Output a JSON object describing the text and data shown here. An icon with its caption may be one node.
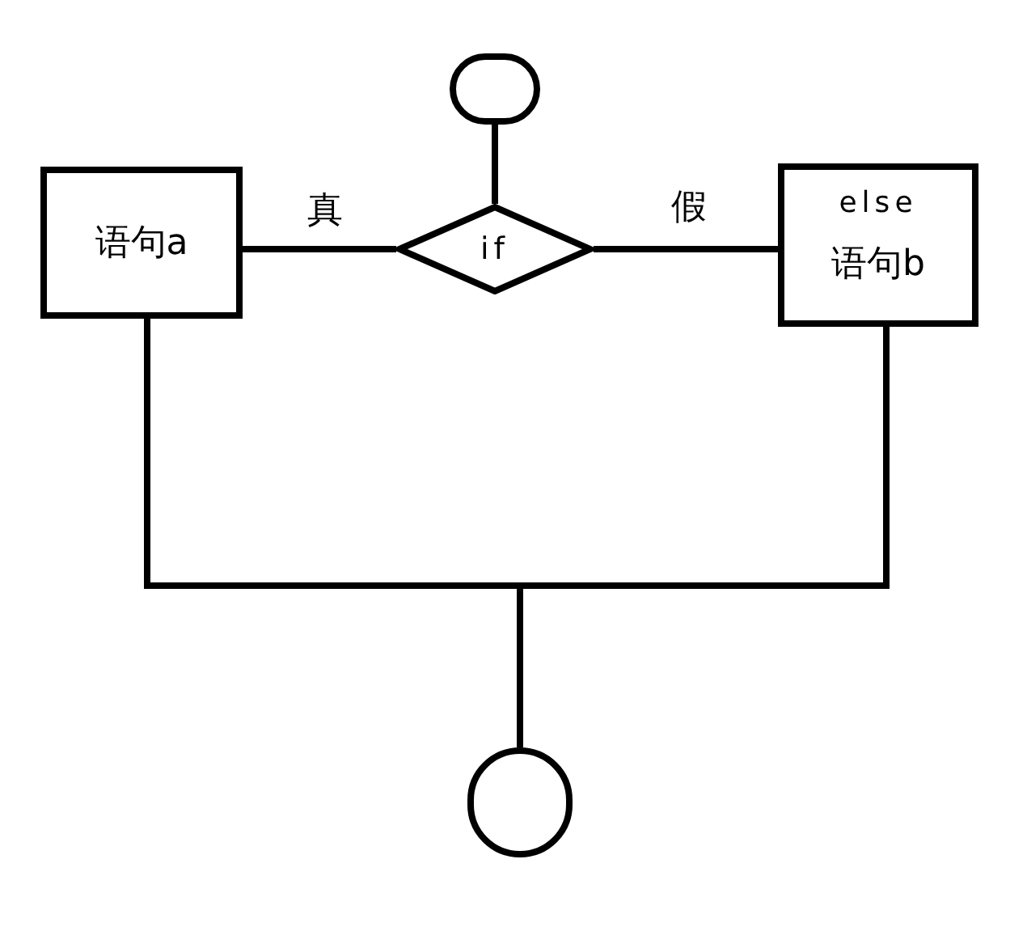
{
  "diagram": {
    "nodes": [
      {
        "text": [],
        "shape": "circle"
      },
      {
        "text": [
          "语句a"
        ]
      },
      {
        "text": [
          "if"
        ]
      },
      {
        "text": [
          "else",
          "语句b"
        ]
      },
      {
        "text": [],
        "shape": "circle"
      }
    ],
    "edges": [
      {
        "from": 0,
        "to": 2,
        "arrow": "none"
      },
      {
        "from": 2,
        "to": 1,
        "label": "真",
        "arrow": "none"
      },
      {
        "from": 2,
        "to": 3,
        "label": "假",
        "arrow": "none"
      },
      {
        "from": 1,
        "to": 4,
        "arrow": "none"
      },
      {
        "from": 3,
        "to": 4,
        "arrow": "none"
      }
    ]
  }
}
